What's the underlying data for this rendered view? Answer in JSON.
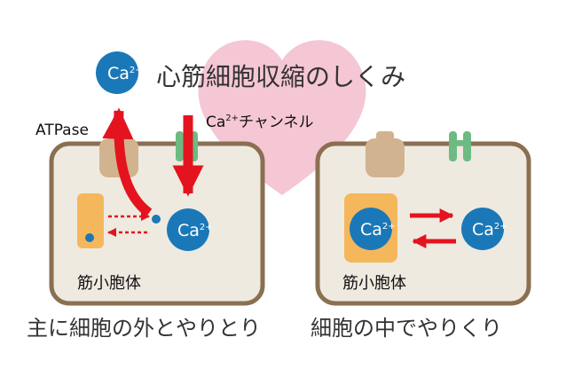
{
  "title": "心筋細胞収縮のしくみ",
  "labels": {
    "atpase": "ATPase",
    "ca_channel": "Ca2+チャンネル",
    "ca_channel_base": "Ca",
    "ca_channel_sup": "2+",
    "ca_channel_rest": "チャンネル",
    "ca_base": "Ca",
    "ca_sup": "2+",
    "sr_left": "筋小胞体",
    "sr_right": "筋小胞体",
    "caption_left": "主に細胞の外とやりとり",
    "caption_right": "細胞の中でやりくり"
  },
  "colors": {
    "heart": "#f5c6d4",
    "cell_fill": "#eeeae0",
    "cell_border": "#8a6f52",
    "sr_fill": "#f5b75c",
    "ion_blue": "#1b78b8",
    "arrow_red": "#e4141f",
    "channel_green": "#6dbb83",
    "pump_tan": "#d2b38f"
  },
  "icons": {
    "heart": "heart-icon",
    "pump": "atpase-pump-icon",
    "channel": "calcium-channel-icon"
  }
}
